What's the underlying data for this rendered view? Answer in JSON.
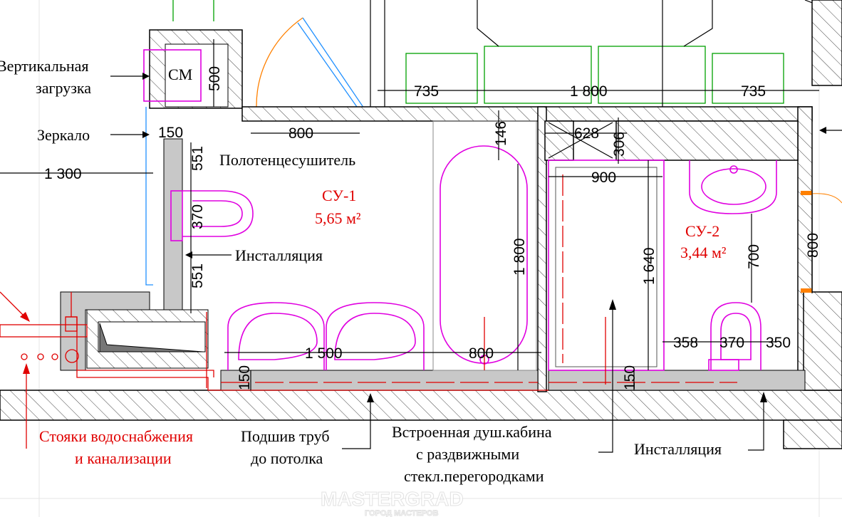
{
  "labels": {
    "vertical_load_1": "Вертикальная",
    "vertical_load_2": "загрузка",
    "washer": "СМ",
    "mirror": "Зеркало",
    "towel_dryer": "Полотенцесушитель",
    "installation_1": "Инсталляция",
    "installation_2": "Инсталляция",
    "risers_1": "Стояки водоснабжения",
    "risers_2": "и канализации",
    "pipe_cover_1": "Подшив труб",
    "pipe_cover_2": "до потолка",
    "shower_1": "Встроенная душ.кабина",
    "shower_2": "с раздвижными",
    "shower_3": "стекл.перегородками"
  },
  "rooms": {
    "su1_name": "СУ-1",
    "su1_area": "5,65 м²",
    "su2_name": "СУ-2",
    "su2_area": "3,44 м²"
  },
  "dimensions": {
    "cm_500": "500",
    "top_735_left": "735",
    "top_1800": "1 800",
    "top_735_right": "735",
    "wall_150": "150",
    "door_800": "800",
    "d_146": "146",
    "d_628": "628",
    "d_306": "306",
    "d_551_top": "551",
    "d_1300": "1 300",
    "d_900": "900",
    "d_370_wc": "370",
    "d_551_bottom": "551",
    "bath_1800": "1 800",
    "shower_1640": "1 640",
    "d_700": "700",
    "d_800_right": "800",
    "d_358": "358",
    "d_370_wc2": "370",
    "d_350": "350",
    "sinks_1500": "1 500",
    "bath_800": "800",
    "bottom_150_left": "150",
    "bottom_150_right": "150"
  },
  "watermark": {
    "main": "MASTERGRAD",
    "sub": "ГОРОД МАСТЕРОВ"
  },
  "colors": {
    "red": "#e00000",
    "magenta": "#e000e0",
    "green": "#00a000",
    "blue": "#2090ff"
  }
}
